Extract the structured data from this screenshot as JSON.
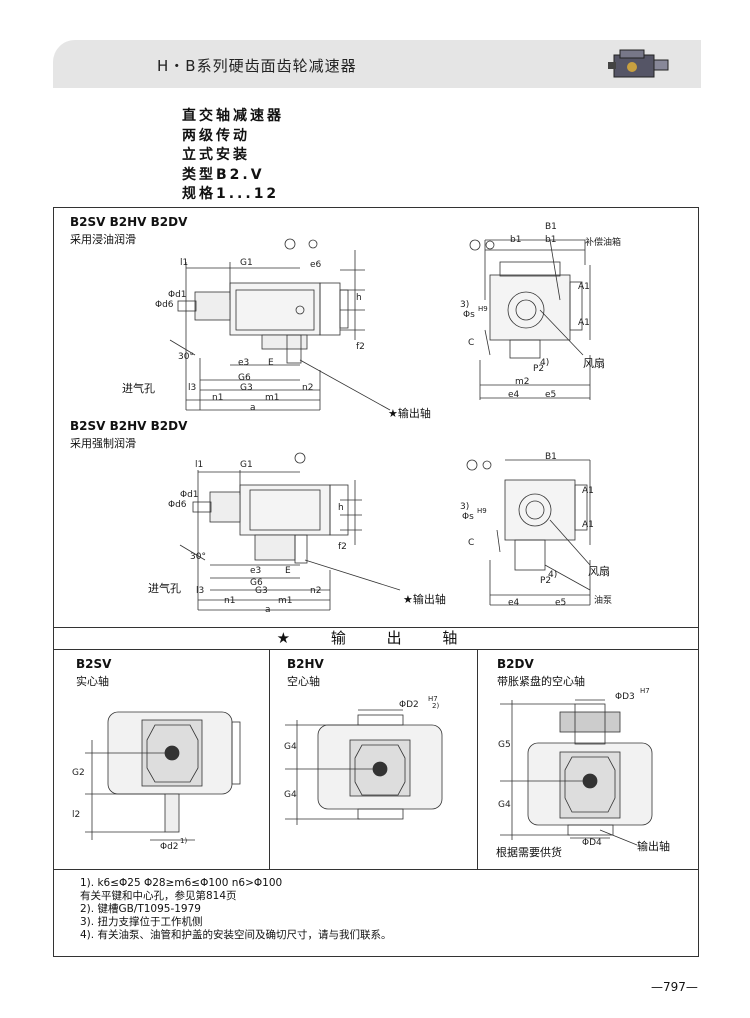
{
  "header": {
    "title": "H・B系列硬齿面齿轮减速器"
  },
  "subtitles": [
    "直交轴减速器",
    "两级传动",
    "立式安装",
    "类型B2.V",
    "规格1...12"
  ],
  "section1": {
    "title": "B2SV  B2HV  B2DV",
    "subtitle": "采用浸油润滑",
    "labels": {
      "l1": "l1",
      "g1": "G1",
      "d6": "Φd6",
      "d1": "Φd1",
      "c30": "30°",
      "air": "进气孔",
      "e3": "e3",
      "e": "E",
      "g6": "G6",
      "l3": "l3",
      "g3": "G3",
      "n2": "n2",
      "n1": "n1",
      "m1": "m1",
      "a": "a",
      "e6": "e6",
      "h": "h",
      "f2": "f2",
      "out": "★输出轴",
      "b1a": "b1",
      "b1b": "b1",
      "B1": "B1",
      "oil": "补偿油箱",
      "A1a": "A1",
      "A1b": "A1",
      "s": "Φs",
      "h9": "H9",
      "n3": "3)",
      "C": "C",
      "fan": "风扇",
      "p2": "P2",
      "n4": "4)",
      "m2": "m2",
      "e4": "e4",
      "e5": "e5"
    }
  },
  "section2": {
    "title": "B2SV  B2HV  B2DV",
    "subtitle": "采用强制润滑",
    "labels": {
      "l1": "l1",
      "g1": "G1",
      "d6": "Φd6",
      "d1": "Φd1",
      "c30": "30°",
      "air": "进气孔",
      "e3": "e3",
      "e": "E",
      "g6": "G6",
      "l3": "l3",
      "g3": "G3",
      "n2": "n2",
      "n1": "n1",
      "m1": "m1",
      "a": "a",
      "h": "h",
      "f2": "f2",
      "out": "★输出轴",
      "B1": "B1",
      "A1a": "A1",
      "A1b": "A1",
      "s": "Φs",
      "h9": "H9",
      "n3": "3)",
      "C": "C",
      "fan": "风扇",
      "p2": "P2",
      "n4": "4)",
      "pump": "油泵",
      "e4": "e4",
      "e5": "e5"
    }
  },
  "output_section": {
    "title": "★  输  出  轴"
  },
  "columns": [
    {
      "title": "B2SV",
      "subtitle": "实心轴",
      "labels": {
        "g2": "G2",
        "l2": "l2",
        "d2": "Φd2",
        "n1": "1)"
      }
    },
    {
      "title": "B2HV",
      "subtitle": "空心轴",
      "labels": {
        "D2": "ΦD2",
        "h7": "H7",
        "n2": "2)",
        "g4a": "G4",
        "g4b": "G4"
      }
    },
    {
      "title": "B2DV",
      "subtitle": "带胀紧盘的空心轴",
      "labels": {
        "D3": "ΦD3",
        "h7": "H7",
        "g5": "G5",
        "g4": "G4",
        "D4": "ΦD4",
        "out": "输出轴",
        "supply": "根据需要供货"
      }
    }
  ],
  "notes": [
    "1). k6≤Φ25  Φ28≥m6≤Φ100  n6>Φ100",
    "     有关平键和中心孔，参见第814页",
    "2). 键槽GB/T1095-1979",
    "3). 扭力支撑位于工作机侧",
    "4). 有关油泵、油管和护盖的安装空间及确切尺寸，请与我们联系。"
  ],
  "page_number": "—797—"
}
